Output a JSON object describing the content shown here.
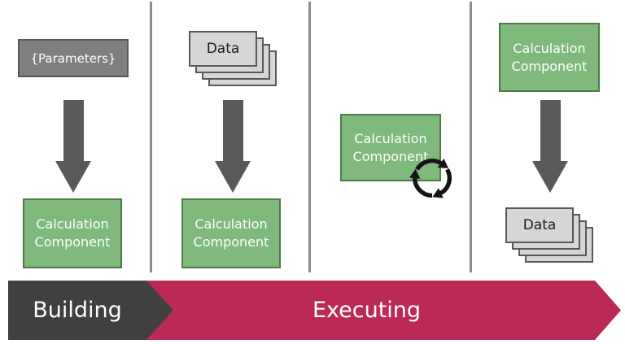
{
  "diagram": {
    "title_context": "calculation component lifecycle",
    "stages": [
      {
        "id": "stage-1",
        "input_label": "{Parameters}",
        "component_label": "Calculation Component",
        "flow": "input-to-component"
      },
      {
        "id": "stage-2",
        "input_label": "Data",
        "component_label": "Calculation Component",
        "flow": "input-to-component"
      },
      {
        "id": "stage-3",
        "component_label": "Calculation Component",
        "icon": "cycle-arrows-icon",
        "flow": "component-running"
      },
      {
        "id": "stage-4",
        "component_label": "Calculation Component",
        "output_label": "Data",
        "flow": "component-to-output"
      }
    ],
    "timeline": {
      "building_label": "Building",
      "executing_label": "Executing"
    },
    "colors": {
      "component_fill": "#7fb97c",
      "component_border": "#4e7b45",
      "parameters_fill": "#7f7f7f",
      "parameters_border": "#595959",
      "data_fill": "#d6d6d6",
      "data_border": "#595959",
      "arrow_gray": "#595959",
      "building_fill": "#404040",
      "executing_fill": "#bb2a55",
      "divider_gray": "#8c8c8c"
    }
  }
}
